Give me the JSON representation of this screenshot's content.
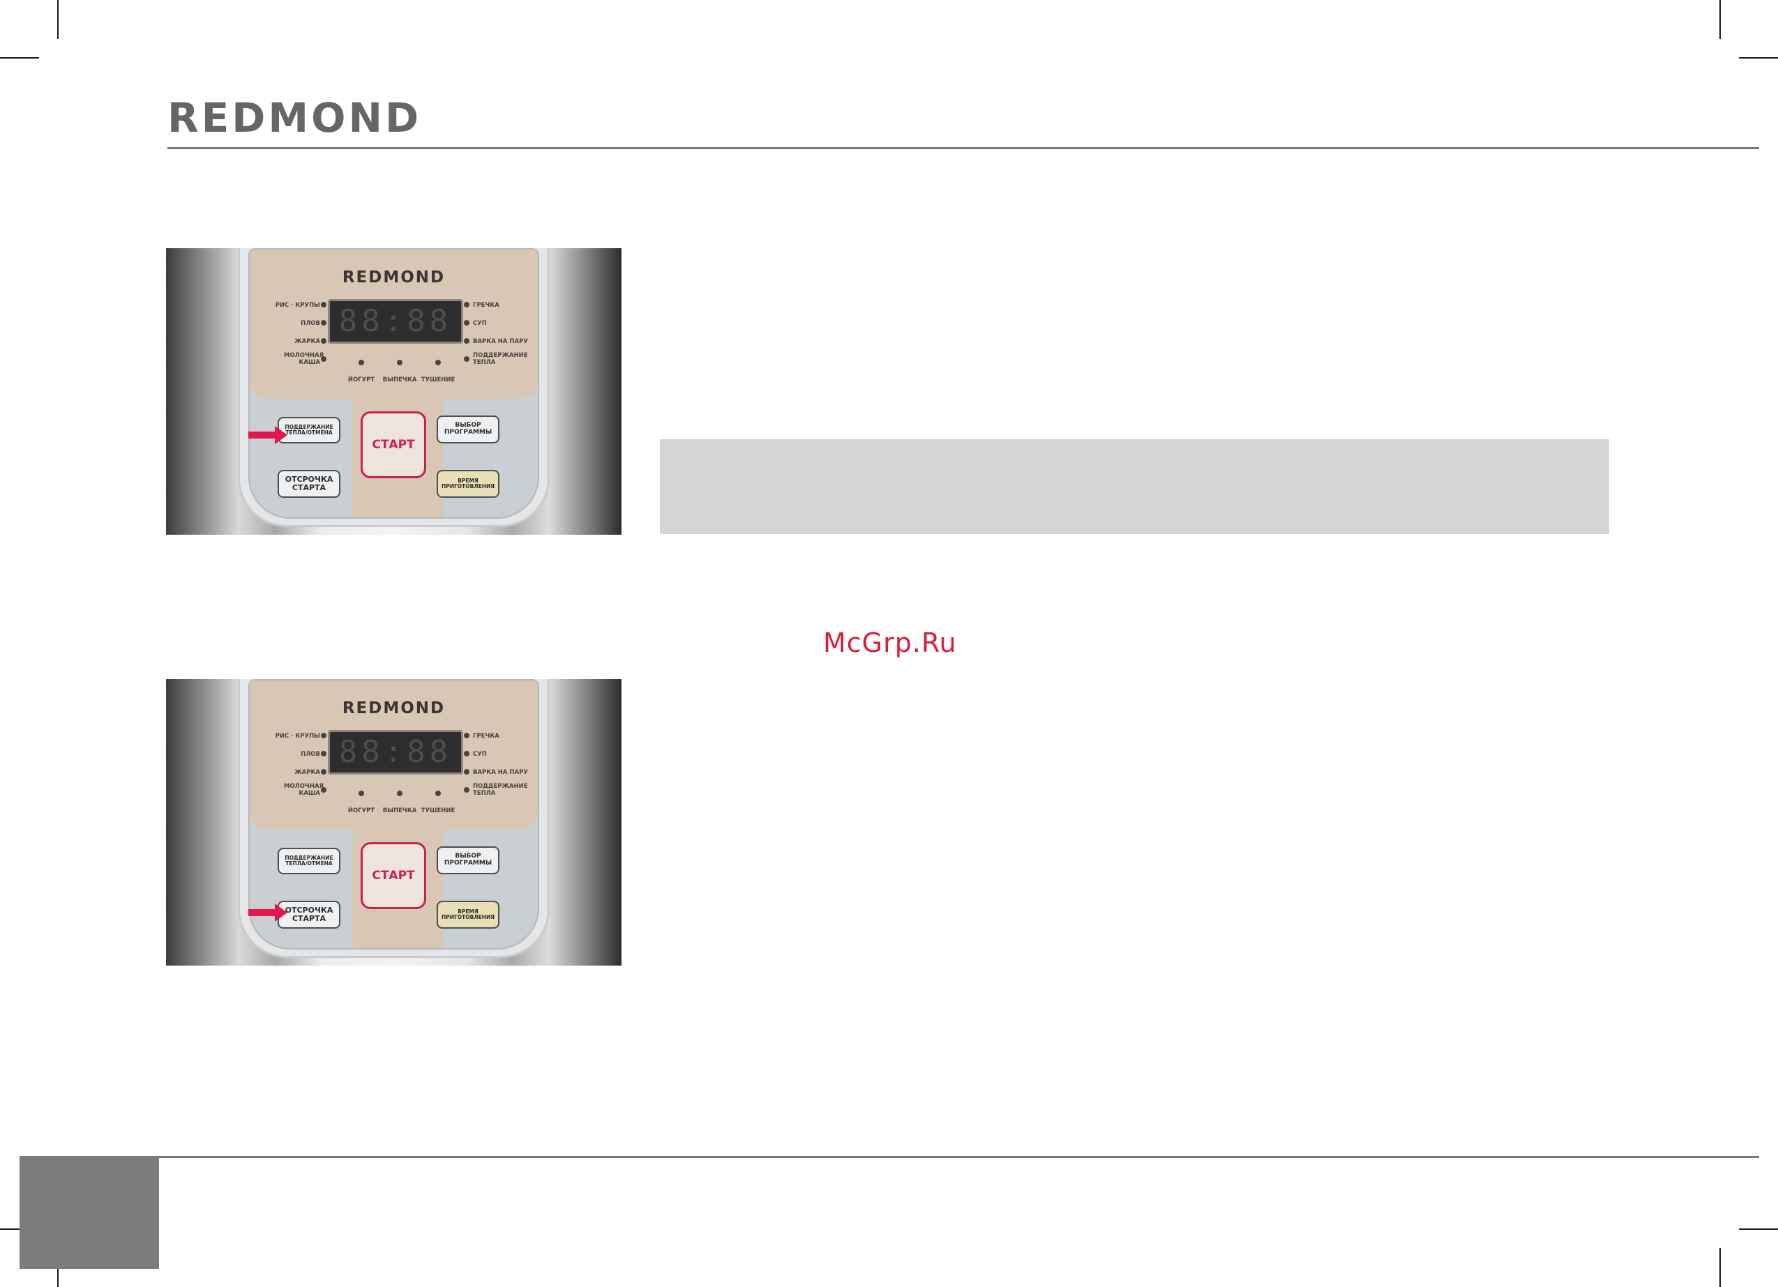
{
  "header": {
    "brand": "REDMOND"
  },
  "watermark": "McGrp.Ru",
  "panel": {
    "brand": "REDMOND",
    "display_digits": "88:88",
    "left_labels": [
      "РИС · КРУПЫ",
      "ПЛОВ",
      "ЖАРКА",
      "МОЛОЧНАЯ КАША"
    ],
    "right_labels": [
      "ГРЕЧКА",
      "СУП",
      "ВАРКА НА ПАРУ",
      "ПОДДЕРЖАНИЕ ТЕПЛА"
    ],
    "bottom_labels": [
      "ЙОГУРТ",
      "ВЫПЕЧКА",
      "ТУШЕНИЕ"
    ],
    "buttons": {
      "keep_warm": "ПОДДЕРЖАНИЕ ТЕПЛА/ОТМЕНА",
      "delay_start": "ОТСРОЧКА СТАРТА",
      "start": "СТАРТ",
      "select_program": "ВЫБОР ПРОГРАММЫ",
      "cook_time": "ВРЕМЯ ПРИГОТОВЛЕНИЯ"
    }
  },
  "colors": {
    "accent": "#e0184d",
    "gray_box": "#d5d5d5",
    "page_tab": "#7c7c7c"
  }
}
